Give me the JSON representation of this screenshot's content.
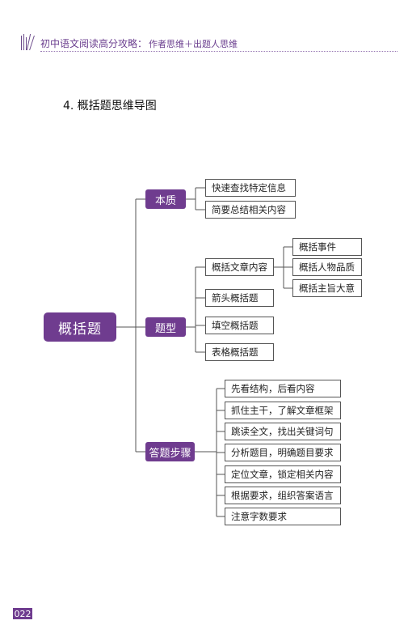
{
  "header": {
    "title": "初中语文阅读高分攻略：",
    "subtitle": "作者思维＋出题人思维"
  },
  "section_title": "4. 概括题思维导图",
  "mindmap": {
    "root": "概括题",
    "categories": {
      "nature": {
        "label": "本质",
        "items": [
          "快速查找特定信息",
          "简要总结相关内容"
        ]
      },
      "types": {
        "label": "题型",
        "items": [
          "概括文章内容",
          "箭头概括题",
          "填空概括题",
          "表格概括题"
        ],
        "sub_items": [
          "概括事件",
          "概括人物品质",
          "概括主旨大意"
        ]
      },
      "steps": {
        "label": "答题步骤",
        "items": [
          "先看结构，后看内容",
          "抓住主干，了解文章框架",
          "跳读全文，找出关键词句",
          "分析题目，明确题目要求",
          "定位文章，锁定相关内容",
          "根据要求，组织答案语言",
          "注意字数要求"
        ]
      }
    }
  },
  "page_number": "022",
  "colors": {
    "accent": "#6f3c8f",
    "line": "#555555"
  }
}
